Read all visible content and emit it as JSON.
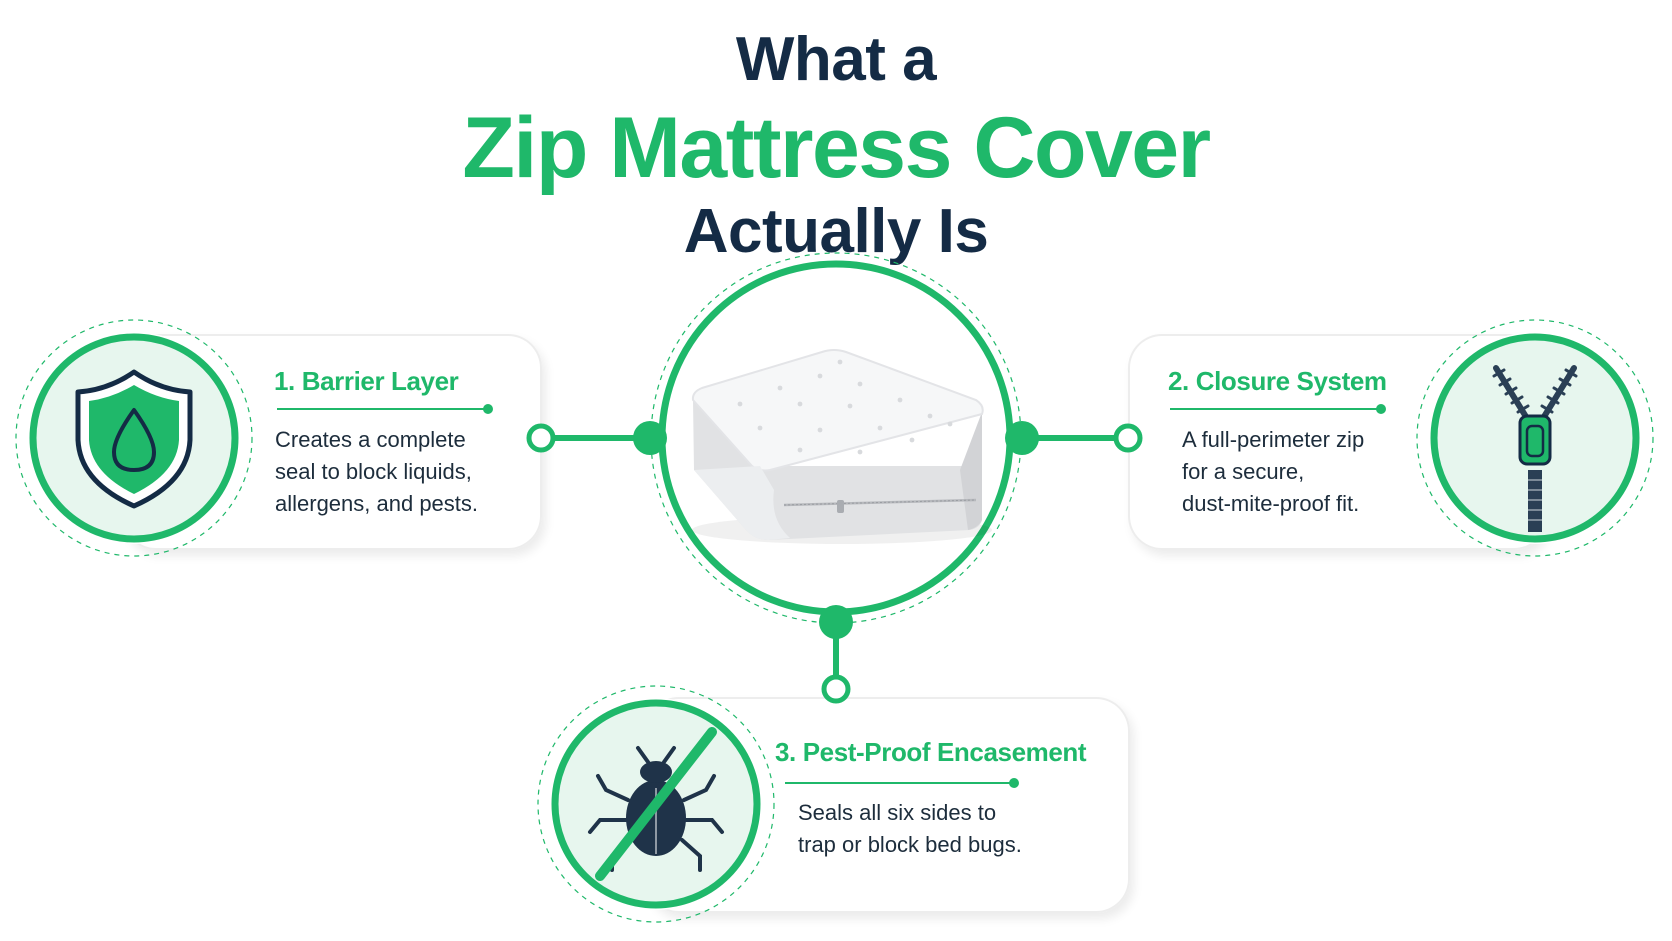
{
  "colors": {
    "accent": "#1fb86a",
    "accent_light": "#e7f6ee",
    "navy": "#142b45"
  },
  "title": {
    "line1": "What a",
    "line2": "Zip Mattress Cover",
    "line3": "Actually Is"
  },
  "center": {
    "icon": "mattress-with-zipper-image"
  },
  "features": [
    {
      "title": "1. Barrier Layer",
      "description_lines": [
        "Creates a complete",
        "seal to block liquids,",
        "allergens, and pests."
      ],
      "icon": "shield-droplet-icon"
    },
    {
      "title": "2. Closure System",
      "description_lines": [
        "A full-perimeter zip",
        "for a secure,",
        "dust-mite-proof fit."
      ],
      "icon": "zipper-icon"
    },
    {
      "title": "3. Pest-Proof Encasement",
      "description_lines": [
        "Seals all six sides to",
        "trap or block bed bugs."
      ],
      "icon": "no-bug-icon"
    }
  ]
}
